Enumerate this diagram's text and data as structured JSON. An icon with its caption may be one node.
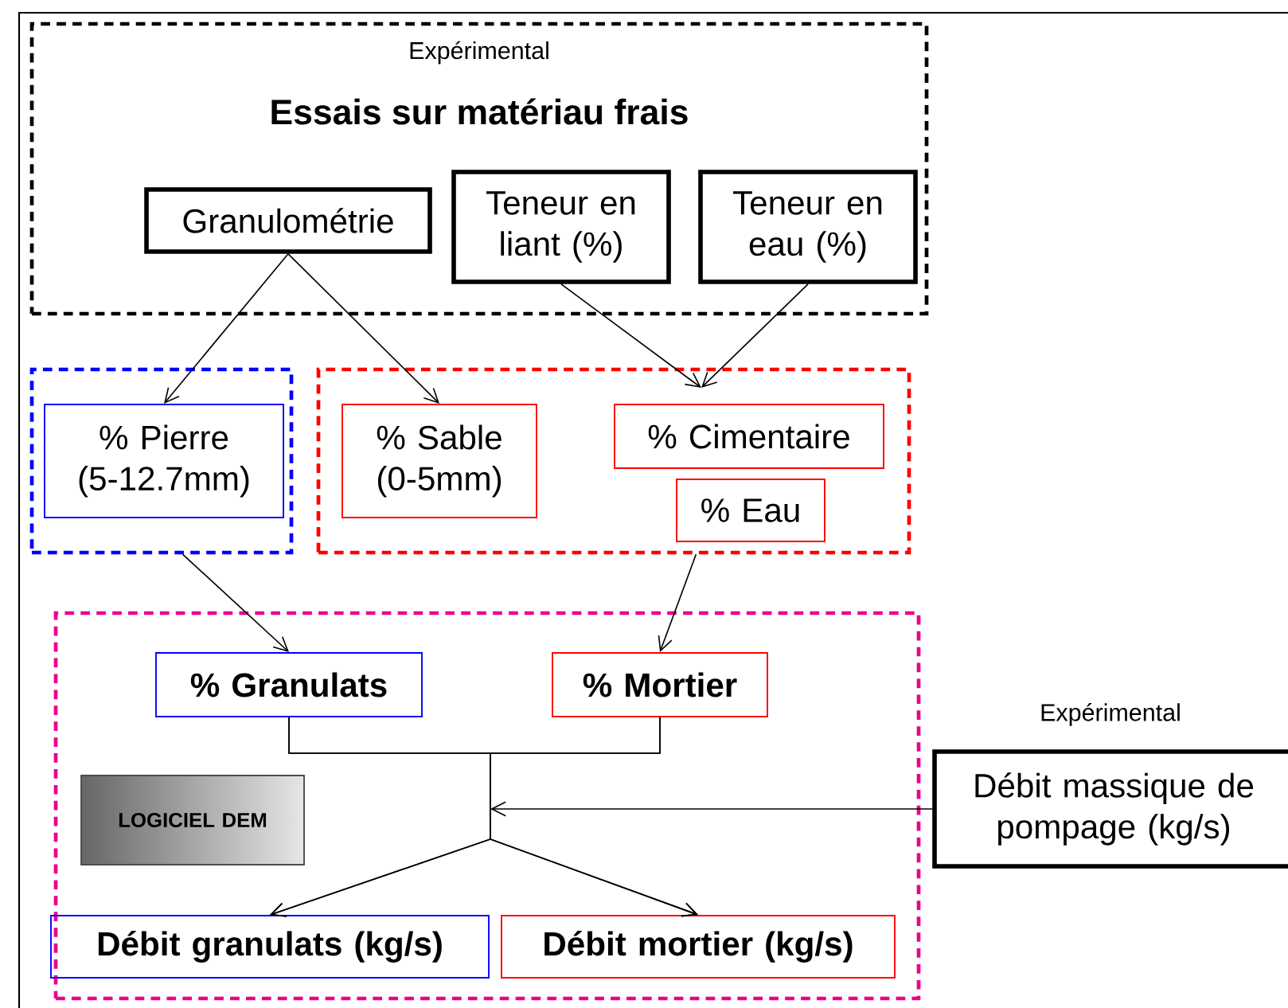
{
  "diagram": {
    "nodes": [
      {
        "text": [
          "Expérimental",
          "Essais sur matériau frais"
        ]
      },
      {
        "text": [
          "Granulométrie"
        ],
        "in": 0
      },
      {
        "text": [
          "Teneur en liant (%)"
        ],
        "in": 0
      },
      {
        "text": [
          "Teneur en eau (%)"
        ],
        "in": 0
      },
      {
        "text": [],
        "shape": "box"
      },
      {
        "text": [
          "% Pierre (5-12.7mm)"
        ],
        "in": 4
      },
      {
        "text": [],
        "shape": "box"
      },
      {
        "text": [
          "% Sable (0-5mm)"
        ],
        "in": 6
      },
      {
        "text": [
          "% Cimentaire"
        ],
        "in": 6
      },
      {
        "text": [
          "% Eau"
        ],
        "in": 6
      },
      {
        "text": [],
        "shape": "box"
      },
      {
        "text": [
          "% Granulats"
        ],
        "in": 10
      },
      {
        "text": [
          "% Mortier"
        ],
        "in": 10
      },
      {
        "text": [
          "LOGICIEL DEM"
        ],
        "in": 10
      },
      {
        "text": [
          "Débit granulats (kg/s)"
        ],
        "in": 10
      },
      {
        "text": [
          "Débit mortier (kg/s)"
        ],
        "in": 10
      },
      {
        "text": [
          "Débit massique de pompage (kg/s)"
        ],
        "beside": [
          "Expérimental"
        ]
      }
    ],
    "edges": [
      {
        "from": 1,
        "to": 5,
        "arrow": "to"
      },
      {
        "from": 1,
        "to": 7,
        "arrow": "to"
      },
      {
        "from": 2,
        "to": 8,
        "arrow": "to"
      },
      {
        "from": 3,
        "to": 8,
        "arrow": "to"
      },
      {
        "from": 4,
        "to": 11,
        "arrow": "to"
      },
      {
        "from": 6,
        "to": 12,
        "arrow": "to"
      },
      {
        "from": 11,
        "to": 14,
        "arrow": "to"
      },
      {
        "from": 11,
        "to": 15,
        "arrow": "to"
      },
      {
        "from": 12,
        "to": 14,
        "arrow": "to"
      },
      {
        "from": 12,
        "to": 15,
        "arrow": "to"
      },
      {
        "from": 16,
        "to": null,
        "arrow": "to"
      }
    ]
  }
}
